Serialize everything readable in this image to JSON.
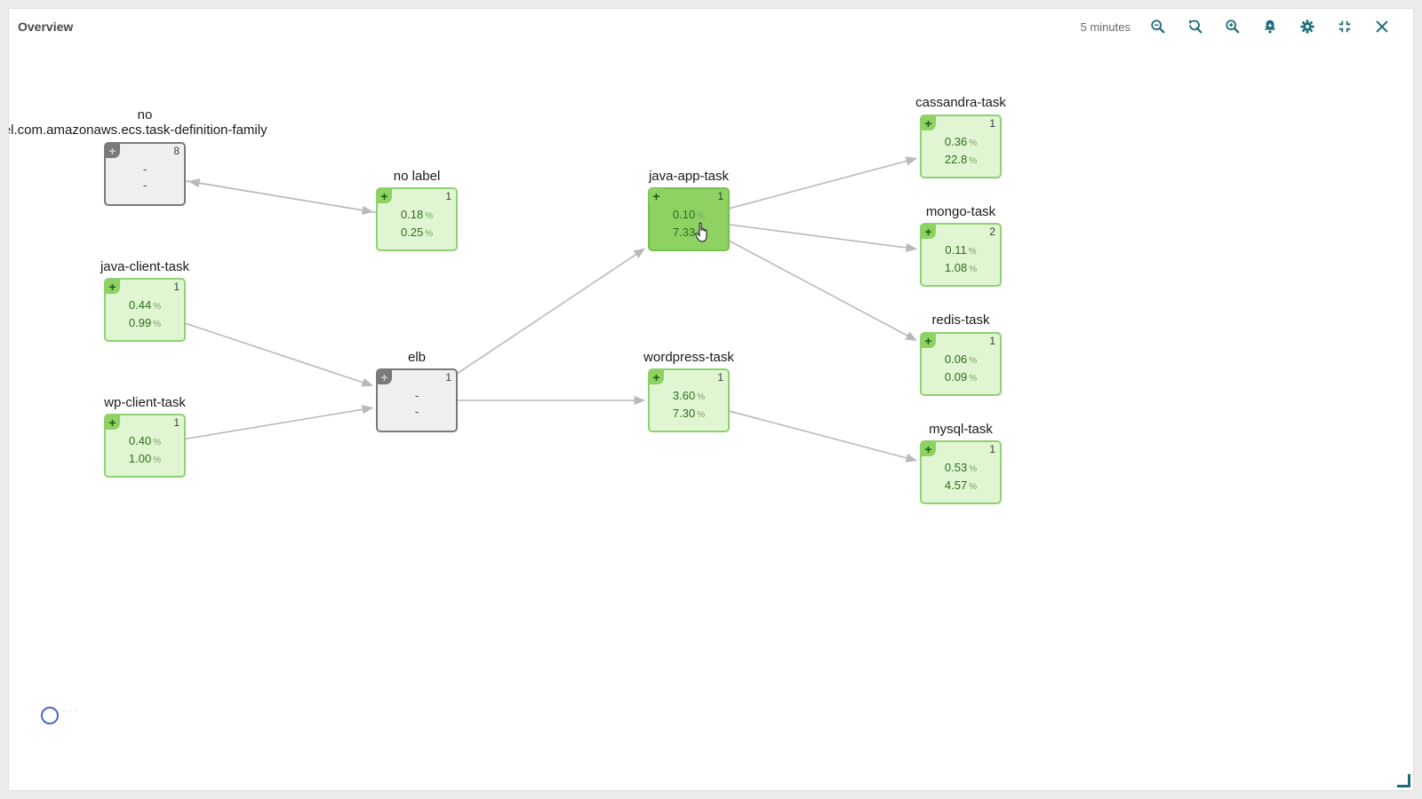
{
  "header": {
    "title": "Overview",
    "time_window": "5 minutes"
  },
  "toolbar": {
    "icons": [
      "zoom-out-icon",
      "zoom-reset-icon",
      "zoom-in-icon",
      "alert-bell-icon",
      "gear-icon",
      "collapse-icon",
      "close-icon"
    ]
  },
  "colors": {
    "node_green_fill": "#e0f6d2",
    "node_green_border": "#8fd172",
    "node_active_fill": "#8ed264",
    "node_gray_fill": "#efefef",
    "node_gray_border": "#7a7a7a",
    "edge": "#b9b9b9",
    "icon_teal": "#1c6c78"
  },
  "nodes": {
    "nolabel_family": {
      "label_line1": "no",
      "label_line2": "iner.label.com.amazonaws.ecs.task-definition-family",
      "count": "8",
      "v1": "-",
      "v2": "-",
      "state": "gray"
    },
    "nolabel": {
      "label": "no label",
      "count": "1",
      "v1": "0.18",
      "v2": "0.25",
      "unit": "%",
      "state": "green"
    },
    "java_client": {
      "label": "java-client-task",
      "count": "1",
      "v1": "0.44",
      "v2": "0.99",
      "unit": "%",
      "state": "green"
    },
    "wp_client": {
      "label": "wp-client-task",
      "count": "1",
      "v1": "0.40",
      "v2": "1.00",
      "unit": "%",
      "state": "green"
    },
    "elb": {
      "label": "elb",
      "count": "1",
      "v1": "-",
      "v2": "-",
      "state": "gray"
    },
    "java_app": {
      "label": "java-app-task",
      "count": "1",
      "v1": "0.10",
      "v2": "7.33",
      "unit": "%",
      "state": "active"
    },
    "wordpress": {
      "label": "wordpress-task",
      "count": "1",
      "v1": "3.60",
      "v2": "7.30",
      "unit": "%",
      "state": "green"
    },
    "cassandra": {
      "label": "cassandra-task",
      "count": "1",
      "v1": "0.36",
      "v2": "22.8",
      "unit": "%",
      "state": "green"
    },
    "mongo": {
      "label": "mongo-task",
      "count": "2",
      "v1": "0.11",
      "v2": "1.08",
      "unit": "%",
      "state": "green"
    },
    "redis": {
      "label": "redis-task",
      "count": "1",
      "v1": "0.06",
      "v2": "0.09",
      "unit": "%",
      "state": "green"
    },
    "mysql": {
      "label": "mysql-task",
      "count": "1",
      "v1": "0.53",
      "v2": "4.57",
      "unit": "%",
      "state": "green"
    }
  },
  "edges": [
    [
      "nolabel",
      "nolabel_family"
    ],
    [
      "nolabel_family",
      "nolabel"
    ],
    [
      "java_client",
      "elb"
    ],
    [
      "wp_client",
      "elb"
    ],
    [
      "elb",
      "java_app"
    ],
    [
      "elb",
      "wordpress"
    ],
    [
      "java_app",
      "cassandra"
    ],
    [
      "java_app",
      "mongo"
    ],
    [
      "java_app",
      "redis"
    ],
    [
      "wordpress",
      "mysql"
    ]
  ],
  "status": {
    "loading_icon": "loading-ring-icon"
  }
}
